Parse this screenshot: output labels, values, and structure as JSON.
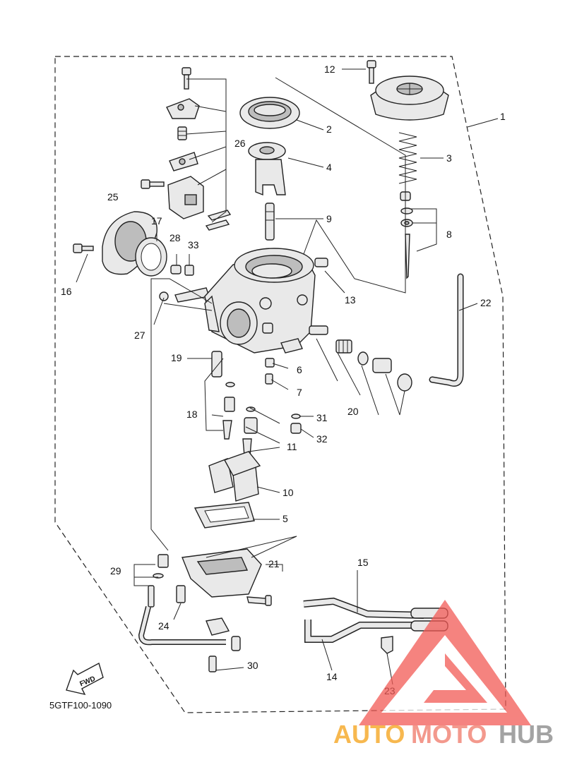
{
  "diagram": {
    "code": "5GTF100-1090",
    "fwd_label": "FWD",
    "callouts": [
      "1",
      "2",
      "3",
      "4",
      "5",
      "6",
      "7",
      "8",
      "9",
      "10",
      "11",
      "12",
      "13",
      "14",
      "15",
      "16",
      "17",
      "18",
      "19",
      "20",
      "21",
      "22",
      "23",
      "24",
      "25",
      "26",
      "27",
      "28",
      "29",
      "30",
      "31",
      "32",
      "33"
    ]
  },
  "watermark": {
    "part1": "AUTO",
    "part2": "MOTO",
    "part3": "HUB",
    "color_auto": "#f5a623",
    "color_moto": "#f08070",
    "color_hub": "#999999",
    "triangle_color": "#f25a55"
  }
}
